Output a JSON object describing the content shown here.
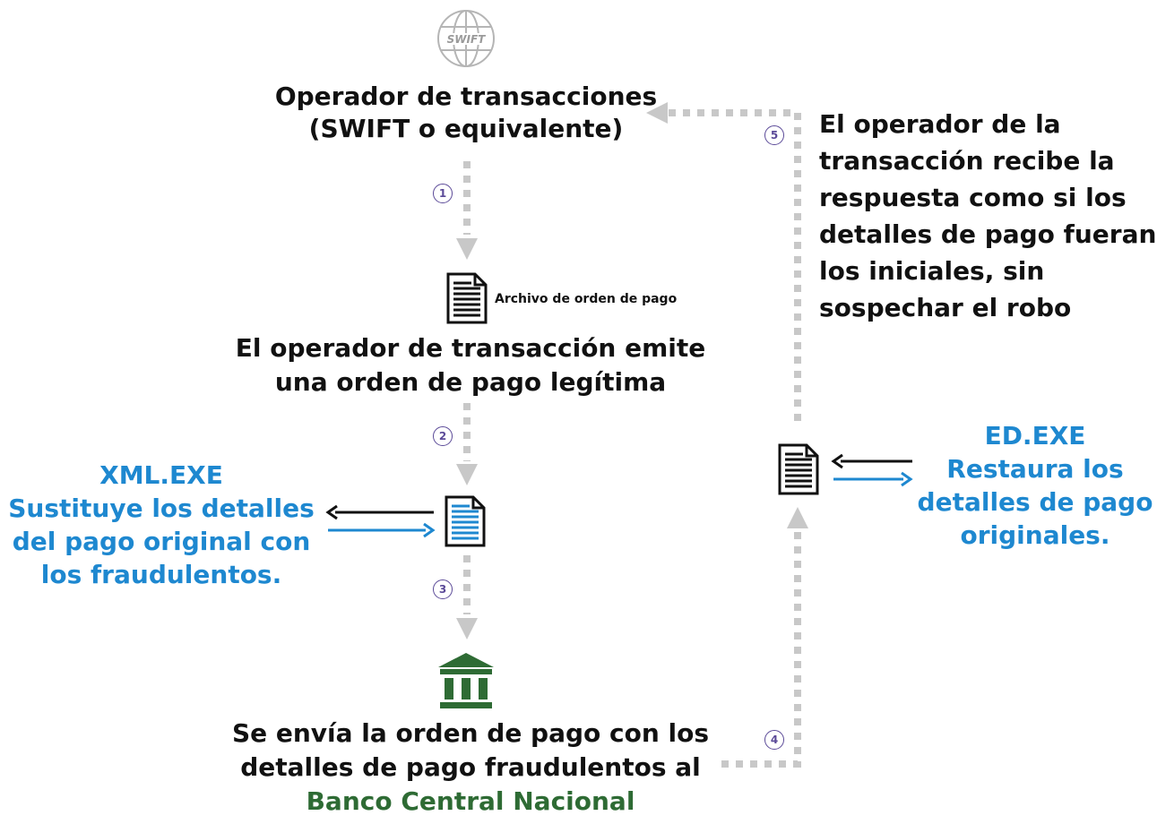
{
  "swift_logo_text": "SWIFT",
  "operator": {
    "lines": [
      "Operador de transacciones",
      "(SWIFT o equivalente)"
    ]
  },
  "file_label": "Archivo de orden de pago",
  "issue": {
    "lines": [
      "El operador de transacción emite",
      "una orden de pago legítima"
    ]
  },
  "xml": {
    "title": "XML.EXE",
    "lines": [
      "Sustituye los detalles",
      "del pago original con",
      "los fraudulentos."
    ]
  },
  "sent": {
    "lines": [
      "Se envía la orden de pago con los",
      "detalles de pago fraudulentos al"
    ],
    "bank": "Banco Central Nacional"
  },
  "ed": {
    "title": "ED.EXE",
    "lines": [
      "Restaura los",
      "detalles de pago",
      "originales."
    ]
  },
  "receive": {
    "lines": [
      "El operador de la",
      "transacción recibe la",
      "respuesta como si los",
      "detalles de pago fueran",
      "los iniciales, sin",
      "sospechar el robo"
    ]
  },
  "steps": [
    "1",
    "2",
    "3",
    "4",
    "5"
  ],
  "colors": {
    "accent_blue": "#1e88d0",
    "bank_green": "#2e6b34",
    "step_purple": "#5b4a98",
    "connector_gray": "#c8c8c8"
  }
}
